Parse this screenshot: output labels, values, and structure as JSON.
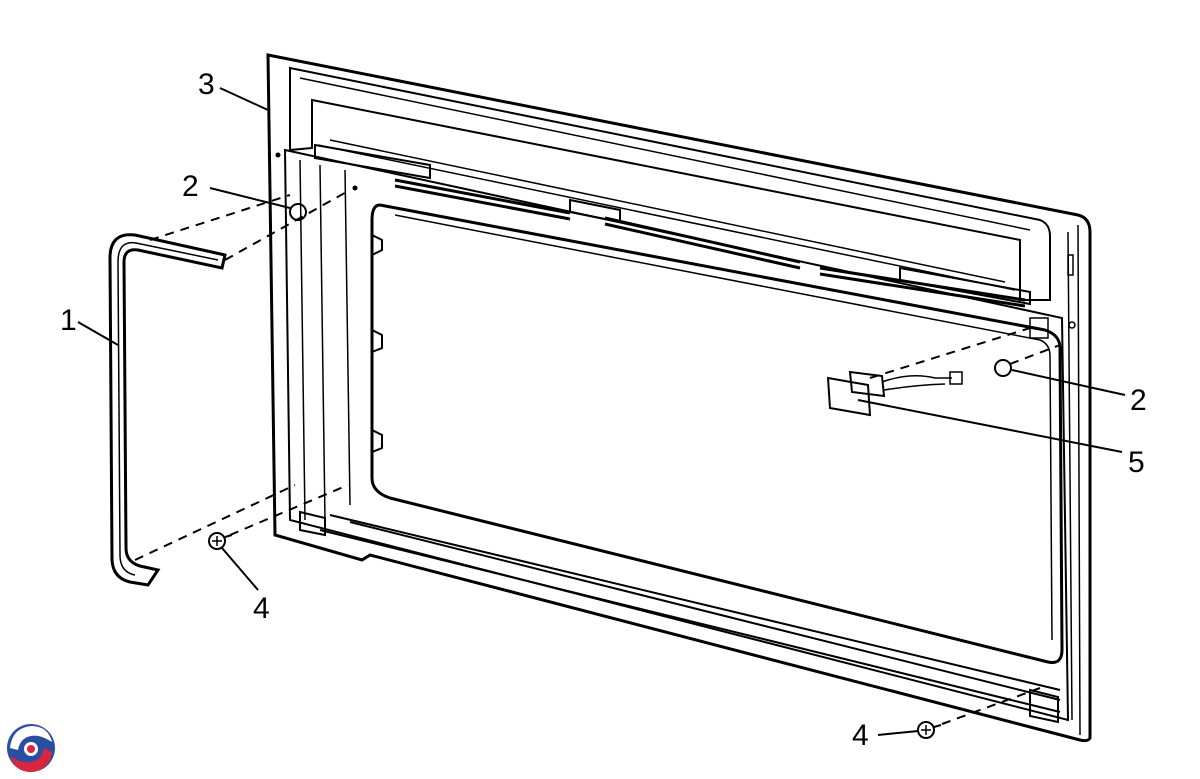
{
  "callouts": {
    "gasket": "1",
    "plug_top": "2",
    "plug_right": "2",
    "door_frame": "3",
    "screw_left": "4",
    "screw_right": "4",
    "switch": "5"
  },
  "colors": {
    "ink": "#000000",
    "paper": "#ffffff",
    "frame_fill": "#f6f6f6",
    "logo_red": "#d7263d",
    "logo_blue": "#2b4fa0"
  },
  "icons": {
    "logo": "brand-swirl-icon"
  }
}
